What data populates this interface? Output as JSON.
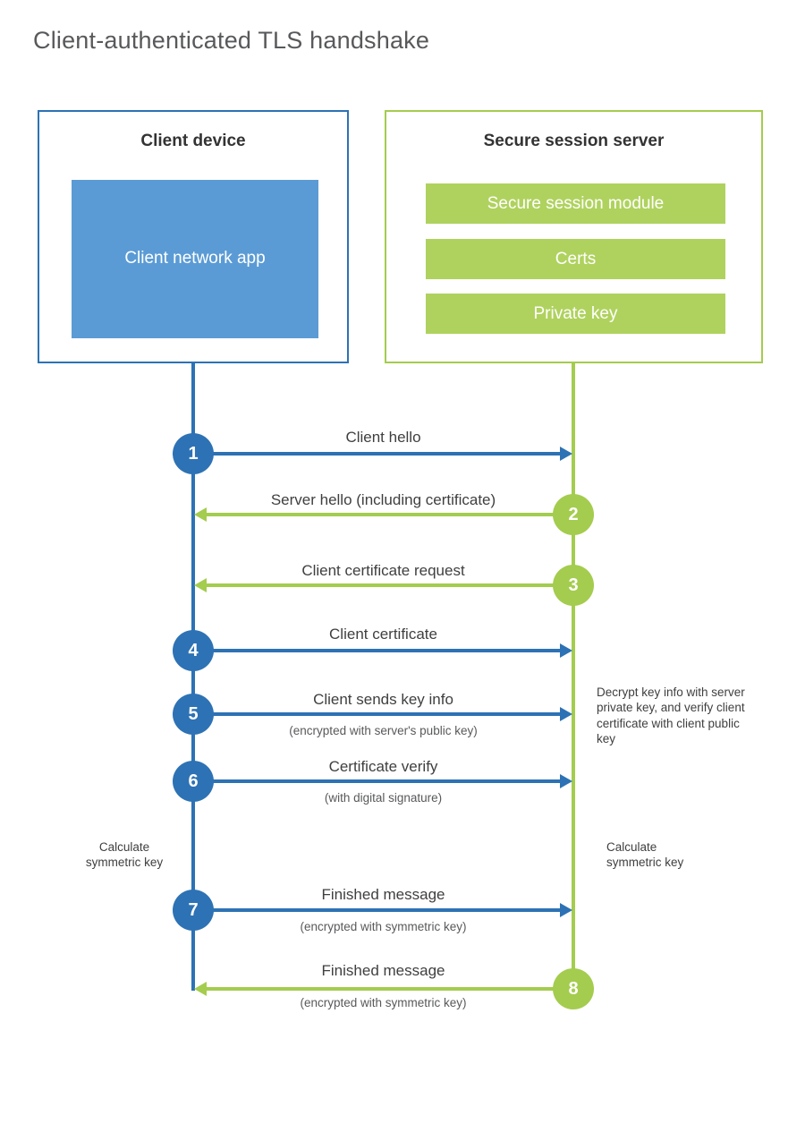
{
  "title": "Client-authenticated TLS handshake",
  "colors": {
    "blue": "#2d72b4",
    "blue_fill": "#5b9bd5",
    "green": "#a4cc4e",
    "green_fill": "#afd25e"
  },
  "client": {
    "heading": "Client device",
    "app_label": "Client network app"
  },
  "server": {
    "heading": "Secure session server",
    "modules": [
      "Secure session module",
      "Certs",
      "Private key"
    ]
  },
  "steps": [
    {
      "num": "1",
      "direction": "right",
      "label": "Client hello"
    },
    {
      "num": "2",
      "direction": "left",
      "label": "Server hello (including certificate)"
    },
    {
      "num": "3",
      "direction": "left",
      "label": "Client certificate request"
    },
    {
      "num": "4",
      "direction": "right",
      "label": "Client certificate"
    },
    {
      "num": "5",
      "direction": "right",
      "label": "Client sends key info",
      "sub": "(encrypted with server's public key)"
    },
    {
      "num": "6",
      "direction": "right",
      "label": "Certificate verify",
      "sub": "(with digital signature)"
    },
    {
      "num": "7",
      "direction": "right",
      "label": "Finished message",
      "sub": "(encrypted with symmetric key)"
    },
    {
      "num": "8",
      "direction": "left",
      "label": "Finished message",
      "sub": "(encrypted with symmetric key)"
    }
  ],
  "notes": {
    "decrypt": "Decrypt key info with server private key, and verify client certificate with client public key",
    "calc_left": "Calculate symmetric key",
    "calc_right": "Calculate symmetric key"
  }
}
